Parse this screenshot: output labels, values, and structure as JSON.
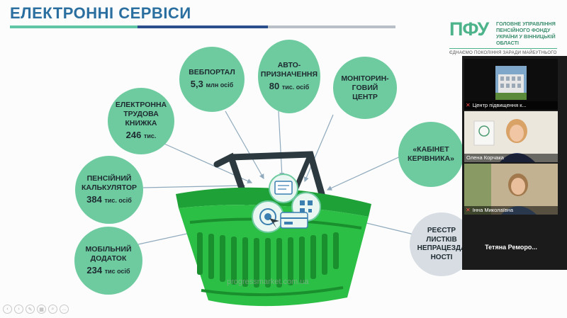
{
  "slide": {
    "title": "ЕЛЕКТРОННІ СЕРВІСИ",
    "logo": {
      "mark": "ПФУ",
      "text": "ГОЛОВНЕ УПРАВЛІННЯ ПЕНСІЙНОГО ФОНДУ УКРАЇНИ У ВІННИЦЬКІЙ ОБЛАСТІ",
      "motto": "ЄДНАЄМО ПОКОЛІННЯ ЗАРАДИ МАЙБУТНЬОГО"
    },
    "services": [
      {
        "label": "ВЕБПОРТАЛ",
        "value": "5,3",
        "unit": "млн осіб"
      },
      {
        "label": "АВТО-\nПРИЗНАЧЕННЯ",
        "value": "80",
        "unit": "тис. осіб"
      },
      {
        "label": "МОНІТОРИН-\nГОВИЙ\nЦЕНТР",
        "value": "",
        "unit": ""
      },
      {
        "label": "ЕЛЕКТРОННА\nТРУДОВА\nКНИЖКА",
        "value": "246",
        "unit": "тис."
      },
      {
        "label": "«КАБІНЕТ\nКЕРІВНИКА»",
        "value": "",
        "unit": ""
      },
      {
        "label": "ПЕНСІЙНИЙ\nКАЛЬКУЛЯТОР",
        "value": "384",
        "unit": "тис. осіб"
      },
      {
        "label": "РЕЄСТР\nЛИСТКІВ\nНЕПРАЦЕЗДА\nНОСТІ",
        "value": "",
        "unit": ""
      },
      {
        "label": "МОБІЛЬНИЙ\nДОДАТОК",
        "value": "234",
        "unit": "тис осіб"
      }
    ],
    "watermark": "progressmarket.com.ua"
  },
  "video": {
    "participants": [
      {
        "name": "Центр підвищення к..."
      },
      {
        "name": "Олена Корчака"
      },
      {
        "name": "Інна Миколаївна"
      },
      {
        "name": "Тетяна Реморо..."
      }
    ]
  },
  "colors": {
    "bubble": "#6ecba0",
    "bubble_grey": "#d7dde3",
    "title": "#2b6fa0",
    "basket": "#22b33a"
  },
  "toolbar_icons": [
    "prev-icon",
    "next-icon",
    "pen-icon",
    "slides-icon",
    "zoom-icon",
    "more-icon"
  ]
}
